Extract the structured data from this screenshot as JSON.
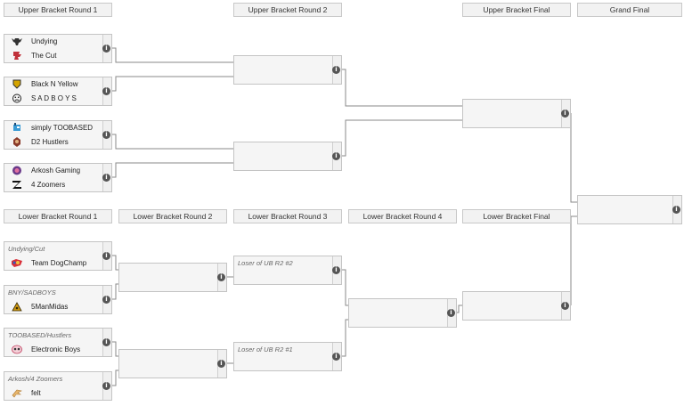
{
  "round_headers": {
    "ub_r1": "Upper Bracket Round 1",
    "ub_r2": "Upper Bracket Round 2",
    "ub_final": "Upper Bracket Final",
    "grand_final": "Grand Final",
    "lb_r1": "Lower Bracket Round 1",
    "lb_r2": "Lower Bracket Round 2",
    "lb_r3": "Lower Bracket Round 3",
    "lb_r4": "Lower Bracket Round 4",
    "lb_final": "Lower Bracket Final"
  },
  "info_glyph": "i",
  "ub_r1": {
    "m1": {
      "team1": "Undying",
      "team2": "The Cut"
    },
    "m2": {
      "team1": "Black N Yellow",
      "team2": "S A D B O Y S"
    },
    "m3": {
      "team1": "simply TOOBASED",
      "team2": "D2 Hustlers"
    },
    "m4": {
      "team1": "Arkosh Gaming",
      "team2": "4 Zoomers"
    }
  },
  "lb_r1": {
    "m1": {
      "placeholder": "Undying/Cut",
      "team": "Team DogChamp"
    },
    "m2": {
      "placeholder": "BNY/SADBOYS",
      "team": "5ManMidas"
    },
    "m3": {
      "placeholder": "TOOBASED/Hustlers",
      "team": "Electronic Boys"
    },
    "m4": {
      "placeholder": "Arkosh/4 Zoomers",
      "team": "felt"
    }
  },
  "lb_r3": {
    "m1": {
      "placeholder": "Loser of UB R2 #2"
    },
    "m2": {
      "placeholder": "Loser of UB R2 #1"
    }
  },
  "team_icons": {
    "undying": "bull-skull-icon",
    "the_cut": "red-knight-icon",
    "black_n_yellow": "yellow-shield-icon",
    "sadboys": "sad-face-icon",
    "toobased": "blue-robot-icon",
    "d2_hustlers": "hustlers-emblem-icon",
    "arkosh": "arkosh-crest-icon",
    "zoomers": "z-logo-icon",
    "dogchamp": "dogchamp-icon",
    "manmidas": "midas-triangle-icon",
    "electronic_boys": "electronic-eye-icon",
    "felt": "felt-wing-icon"
  },
  "colors": {
    "line": "#8a8a8a",
    "header_bg": "#f2f2f2",
    "slot_bg": "#f5f5f5",
    "info_bg": "#555555"
  }
}
